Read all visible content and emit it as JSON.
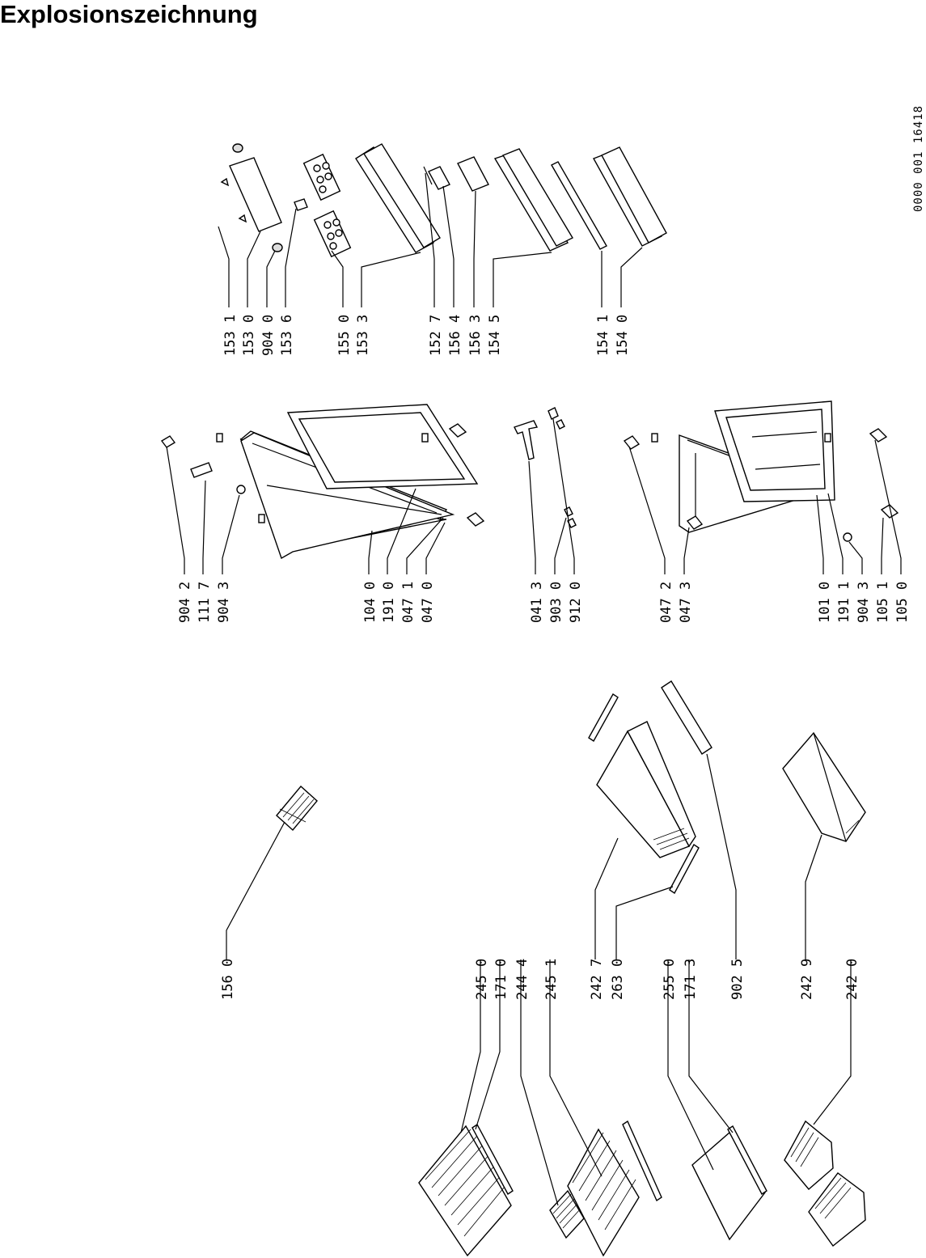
{
  "title": "Explosionszeichnung",
  "doc_number": "0000 001 16418",
  "groups": [
    {
      "id": "door-bins",
      "labels": [
        "153 1",
        "153 0",
        "904 0",
        "153 6",
        "155 0",
        "153 3",
        "152 7",
        "156 4",
        "156 3",
        "154 5",
        "154 1",
        "154 0"
      ]
    },
    {
      "id": "doors",
      "labels": [
        "904 2",
        "111 7",
        "904 3",
        "104 0",
        "191 0",
        "047 1",
        "047 0",
        "041 3",
        "903 0",
        "912 0",
        "047 2",
        "047 3",
        "101 0",
        "191 1",
        "904 3",
        "105 1",
        "105 0"
      ]
    },
    {
      "id": "interior",
      "labels": [
        "156 0",
        "245 0",
        "171 0",
        "244 4",
        "245 1",
        "242 7",
        "263 0",
        "255 0",
        "171 3",
        "902 5",
        "242 9",
        "242 0"
      ]
    }
  ]
}
